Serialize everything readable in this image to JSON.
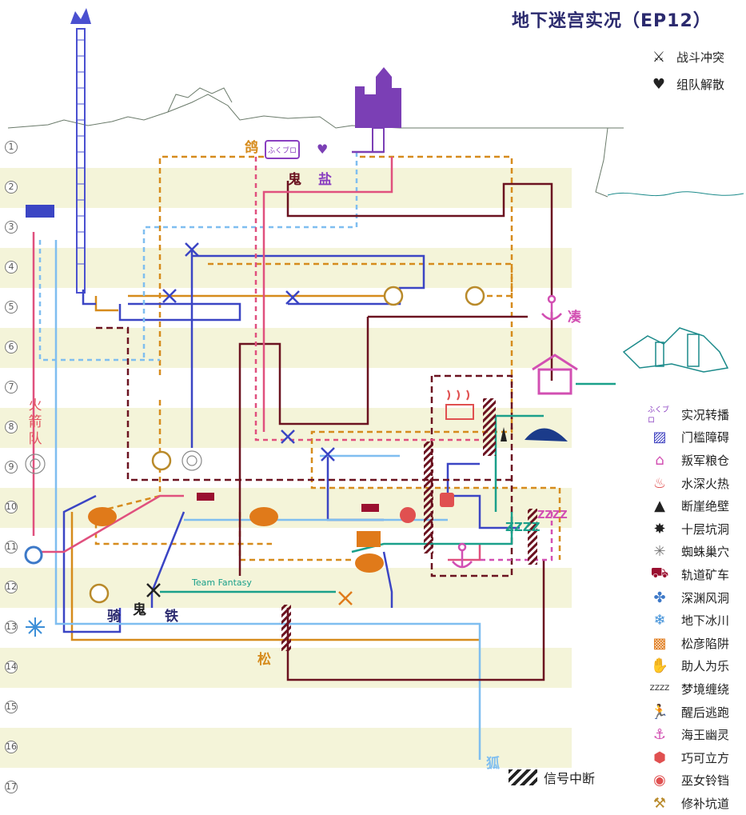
{
  "title": "地下迷宫实况（EP12）",
  "top_legend": [
    {
      "icon": "crossed-swords-icon",
      "glyph": "⚔",
      "label": "战斗冲突"
    },
    {
      "icon": "broken-heart-icon",
      "glyph": "♥",
      "label": "组队解散"
    }
  ],
  "legend": [
    {
      "icon": "broadcast-icon",
      "glyph": "ふくブロ",
      "label": "实况转播",
      "color": "#8a3fc0"
    },
    {
      "icon": "barrier-icon",
      "glyph": "▨",
      "label": "门槛障碍",
      "color": "#3c3fc0"
    },
    {
      "icon": "granary-icon",
      "glyph": "⌂",
      "label": "叛军粮仓",
      "color": "#d24fb2"
    },
    {
      "icon": "hot-water-icon",
      "glyph": "♨",
      "label": "水深火热",
      "color": "#e05050"
    },
    {
      "icon": "cliff-icon",
      "glyph": "▲",
      "label": "断崖绝壁",
      "color": "#222222"
    },
    {
      "icon": "pit-icon",
      "glyph": "✸",
      "label": "十层坑洞",
      "color": "#222222"
    },
    {
      "icon": "spider-web-icon",
      "glyph": "✳",
      "label": "蜘蛛巢穴",
      "color": "#777777"
    },
    {
      "icon": "mine-cart-icon",
      "glyph": "⛟",
      "label": "轨道矿车",
      "color": "#9a1030"
    },
    {
      "icon": "wind-cave-icon",
      "glyph": "✤",
      "label": "深渊风洞",
      "color": "#3d79c8"
    },
    {
      "icon": "glacier-icon",
      "glyph": "❄",
      "label": "地下冰川",
      "color": "#3d8fd8"
    },
    {
      "icon": "trap-icon",
      "glyph": "▩",
      "label": "松彦陷阱",
      "color": "#e07a1a"
    },
    {
      "icon": "helping-hands-icon",
      "glyph": "✋",
      "label": "助人为乐",
      "color": "#e07a1a"
    },
    {
      "icon": "dream-icon",
      "glyph": "ZZZZ",
      "label": "梦境缠绕",
      "color": "#222222"
    },
    {
      "icon": "running-icon",
      "glyph": "🏃",
      "label": "醒后逃跑",
      "color": "#d24fb2"
    },
    {
      "icon": "anchor-icon",
      "glyph": "⚓",
      "label": "海王幽灵",
      "color": "#d24fb2"
    },
    {
      "icon": "dice-icon",
      "glyph": "⬢",
      "label": "巧可立方",
      "color": "#e05050"
    },
    {
      "icon": "bell-icon",
      "glyph": "◉",
      "label": "巫女铃铛",
      "color": "#e05050"
    },
    {
      "icon": "repair-icon",
      "glyph": "⚒",
      "label": "修补坑道",
      "color": "#b98a2a"
    }
  ],
  "levels": [
    "1",
    "2",
    "3",
    "4",
    "5",
    "6",
    "7",
    "8",
    "9",
    "10",
    "11",
    "12",
    "13",
    "14",
    "15",
    "16",
    "17"
  ],
  "labels": {
    "ge": "鸽",
    "gui1": "鬼",
    "yan": "盐",
    "cou": "凑",
    "huojiandui": "火箭队",
    "qi": "骑",
    "gui2": "鬼",
    "tie": "铁",
    "song": "松",
    "hu": "狐",
    "team": "Team Fantasy",
    "signal": "信号中断",
    "broadcast": "ふくブロ"
  },
  "colors": {
    "gold": "#d68b1c",
    "blue": "#3b45c4",
    "lightblue": "#7fbef0",
    "maroon": "#6b1220",
    "pink": "#e0507e",
    "teal": "#1aa08a",
    "purple": "#8a3fc0",
    "band": "#f4f4d9"
  }
}
